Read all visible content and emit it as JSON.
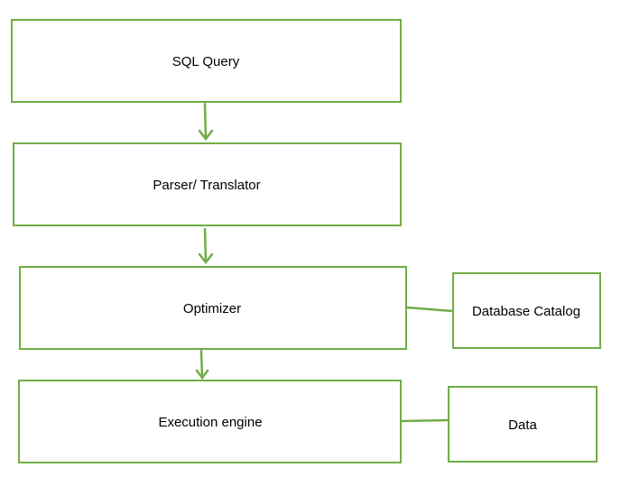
{
  "diagram": {
    "nodes": {
      "sql_query": "SQL Query",
      "parser": "Parser/ Translator",
      "optimizer": "Optimizer",
      "execution": "Execution engine",
      "catalog": "Database Catalog",
      "data": "Data"
    },
    "stroke_color": "#70ad47",
    "edges": [
      {
        "from": "sql_query",
        "to": "parser",
        "type": "arrow"
      },
      {
        "from": "parser",
        "to": "optimizer",
        "type": "arrow"
      },
      {
        "from": "optimizer",
        "to": "execution",
        "type": "arrow"
      },
      {
        "from": "optimizer",
        "to": "catalog",
        "type": "line"
      },
      {
        "from": "execution",
        "to": "data",
        "type": "line"
      }
    ]
  }
}
